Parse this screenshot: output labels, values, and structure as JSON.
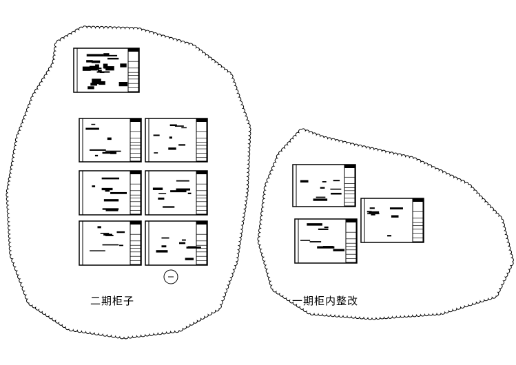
{
  "groups": [
    {
      "label": "二期柜子",
      "sheet_count": 7
    },
    {
      "label": "一期柜内整改",
      "sheet_count": 3
    }
  ],
  "colors": {
    "background": "#ffffff",
    "line": "#000000"
  }
}
